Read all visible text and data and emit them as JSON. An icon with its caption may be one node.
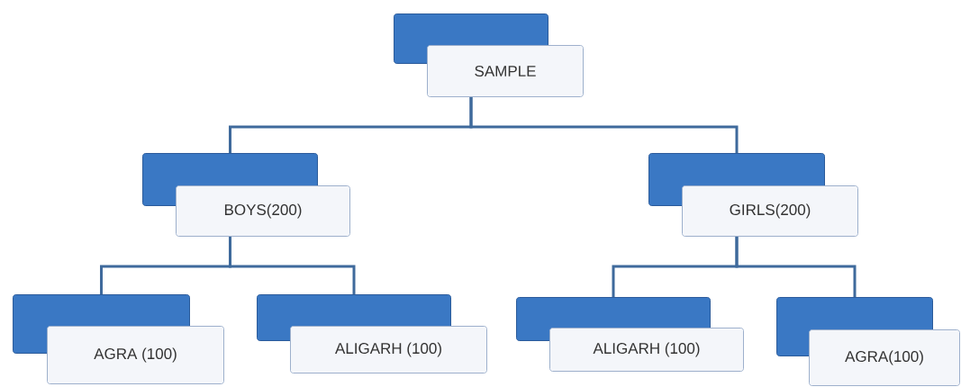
{
  "diagram": {
    "nodes": [
      {
        "text": [
          "SAMPLE"
        ]
      },
      {
        "text": [
          "BOYS(200)"
        ]
      },
      {
        "text": [
          "GIRLS(200)"
        ]
      },
      {
        "text": [
          "AGRA (100)"
        ]
      },
      {
        "text": [
          "ALIGARH (100)"
        ]
      },
      {
        "text": [
          "ALIGARH (100)"
        ]
      },
      {
        "text": [
          "AGRA(100)"
        ]
      }
    ],
    "edges": [
      {
        "from": 0,
        "to": 1,
        "arrow": "none"
      },
      {
        "from": 0,
        "to": 2,
        "arrow": "none"
      },
      {
        "from": 1,
        "to": 3,
        "arrow": "none"
      },
      {
        "from": 1,
        "to": 4,
        "arrow": "none"
      },
      {
        "from": 2,
        "to": 5,
        "arrow": "none"
      },
      {
        "from": 2,
        "to": 6,
        "arrow": "none"
      }
    ]
  }
}
